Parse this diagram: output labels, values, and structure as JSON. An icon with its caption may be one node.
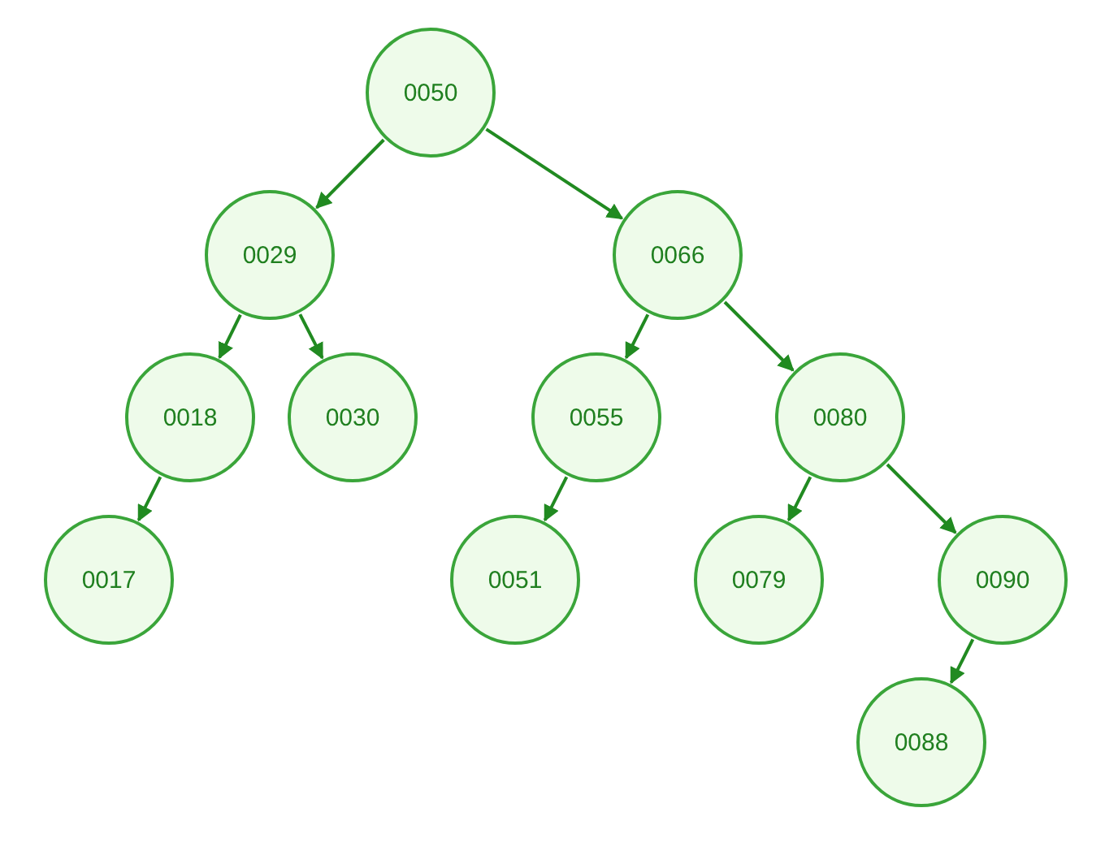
{
  "diagram": {
    "nodes": [
      {
        "text": [
          "0050"
        ]
      },
      {
        "text": [
          "0029"
        ]
      },
      {
        "text": [
          "0066"
        ]
      },
      {
        "text": [
          "0018"
        ]
      },
      {
        "text": [
          "0030"
        ]
      },
      {
        "text": [
          "0055"
        ]
      },
      {
        "text": [
          "0080"
        ]
      },
      {
        "text": [
          "0017"
        ]
      },
      {
        "text": [
          "0051"
        ]
      },
      {
        "text": [
          "0079"
        ]
      },
      {
        "text": [
          "0090"
        ]
      },
      {
        "text": [
          "0088"
        ]
      }
    ],
    "edges": [
      {
        "from": 0,
        "to": 1,
        "arrow": "to"
      },
      {
        "from": 0,
        "to": 2,
        "arrow": "to"
      },
      {
        "from": 1,
        "to": 3,
        "arrow": "to"
      },
      {
        "from": 1,
        "to": 4,
        "arrow": "to"
      },
      {
        "from": 2,
        "to": 5,
        "arrow": "to"
      },
      {
        "from": 2,
        "to": 6,
        "arrow": "to"
      },
      {
        "from": 3,
        "to": 7,
        "arrow": "to"
      },
      {
        "from": 5,
        "to": 8,
        "arrow": "to"
      },
      {
        "from": 6,
        "to": 9,
        "arrow": "to"
      },
      {
        "from": 6,
        "to": 10,
        "arrow": "to"
      },
      {
        "from": 10,
        "to": 11,
        "arrow": "to"
      }
    ]
  }
}
